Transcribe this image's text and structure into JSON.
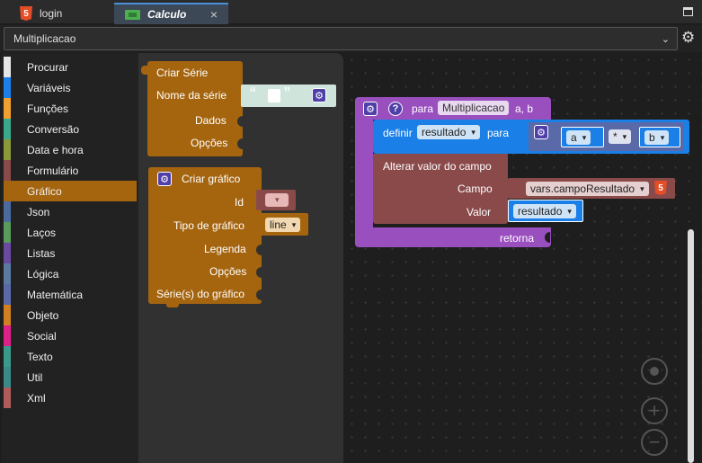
{
  "tabs": [
    {
      "label": "login",
      "icon": "html5-icon"
    },
    {
      "label": "Calculo",
      "icon": "blocks-document-icon",
      "active": true
    }
  ],
  "procedure_select": {
    "value": "Multiplicacao"
  },
  "html5_glyph": "5",
  "categories": [
    {
      "label": "Procurar",
      "color": "#e6e6e6"
    },
    {
      "label": "Variáveis",
      "color": "#1a7fe6"
    },
    {
      "label": "Funções",
      "color": "#f0a030"
    },
    {
      "label": "Conversão",
      "color": "#3aa88a"
    },
    {
      "label": "Data e hora",
      "color": "#8a9a3a"
    },
    {
      "label": "Formulário",
      "color": "#8a4a4a"
    },
    {
      "label": "Gráfico",
      "color": "#a5650f",
      "selected": true
    },
    {
      "label": "Json",
      "color": "#4a6aa0"
    },
    {
      "label": "Laços",
      "color": "#5a9a5a"
    },
    {
      "label": "Listas",
      "color": "#6a4aa0"
    },
    {
      "label": "Lógica",
      "color": "#5a7aa0"
    },
    {
      "label": "Matemática",
      "color": "#5a6aa8"
    },
    {
      "label": "Objeto",
      "color": "#d08020"
    },
    {
      "label": "Social",
      "color": "#e0208a"
    },
    {
      "label": "Texto",
      "color": "#3a9a8a"
    },
    {
      "label": "Util",
      "color": "#3a8a8a"
    },
    {
      "label": "Xml",
      "color": "#b05a5a"
    }
  ],
  "flyout": {
    "criar_serie": {
      "title": "Criar Série",
      "nome_label": "Nome da série",
      "dados_label": "Dados",
      "opcoes_label": "Opções",
      "quote_open": "“",
      "quote_close": "”"
    },
    "criar_grafico": {
      "title": "Criar gráfico",
      "id_label": "Id",
      "tipo_label": "Tipo de gráfico",
      "tipo_value": "line",
      "legenda_label": "Legenda",
      "opcoes_label": "Opções",
      "series_label": "Série(s) do gráfico"
    }
  },
  "workspace": {
    "func": {
      "para": "para",
      "name": "Multiplicacao",
      "params": "a, b",
      "definir": "definir",
      "var": "resultado",
      "para2": "para",
      "op_a": "a",
      "op_sym": "*",
      "op_b": "b",
      "alterar": "Alterar valor do campo",
      "campo_label": "Campo",
      "campo_value": "vars.campoResultado",
      "valor_label": "Valor",
      "valor_var": "resultado",
      "retorna": "retorna"
    }
  },
  "glyphs": {
    "close": "×",
    "chevron": "⌄",
    "settings": "⚙",
    "gear": "⚙",
    "question": "?",
    "plus": "+",
    "minus": "−"
  },
  "colors": {
    "chart_blocks": "#a5650f",
    "function_block": "#9a4fbf",
    "variable_block": "#1a7fe6",
    "form_block": "#8a4a4a",
    "math_block": "#5a6aa8"
  }
}
